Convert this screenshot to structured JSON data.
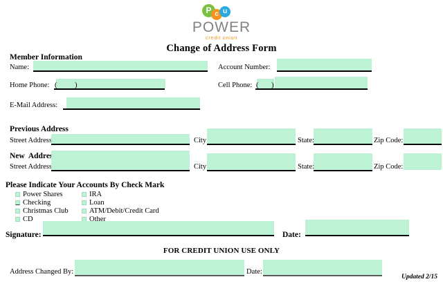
{
  "logo": {
    "circles": [
      {
        "letter": "P",
        "color": "#7ac143",
        "name": "logo-circle-green"
      },
      {
        "letter": "c",
        "color": "#f7941e",
        "name": "logo-circle-orange"
      },
      {
        "letter": "u",
        "color": "#29abe2",
        "name": "logo-circle-blue"
      }
    ],
    "wordmark": "POWER",
    "tagline": "credit union"
  },
  "title": "Change of Address Form",
  "member_information": {
    "heading": "Member Information",
    "fields": {
      "name_label": "Name:",
      "name_value": "",
      "account_number_label": "Account Number:",
      "account_number_value": "",
      "home_phone_label": "Home Phone:",
      "home_phone_open_paren": "(",
      "home_phone_close_paren": ")",
      "home_phone_area": "",
      "home_phone_value": "",
      "cell_phone_label": "Cell Phone:",
      "cell_phone_open_paren": "(",
      "cell_phone_close_paren": ")",
      "cell_phone_area": "",
      "cell_phone_value": "",
      "email_label": "E-Mail Address:",
      "email_value": ""
    }
  },
  "previous_address": {
    "heading": "Previous Address",
    "street_label": "Street Address:",
    "street_value": "",
    "city_label": "City:",
    "city_value": "",
    "state_label": "State:",
    "state_value": "",
    "zip_label": "Zip Code:",
    "zip_value": ""
  },
  "new_address": {
    "heading": "New  Address",
    "street_label": "Street Address:",
    "street_value": "",
    "city_label": "City:",
    "city_value": "",
    "state_label": "State:",
    "state_value": "",
    "zip_label": "Zip Code:",
    "zip_value": ""
  },
  "accounts": {
    "heading": "Please Indicate Your Accounts By Check Mark",
    "column_left": [
      {
        "label": "Power Shares",
        "checked": false
      },
      {
        "label": "Checking",
        "checked": false
      },
      {
        "label": "Christmas Club",
        "checked": false
      },
      {
        "label": "CD",
        "checked": false
      }
    ],
    "column_right": [
      {
        "label": "IRA",
        "checked": false
      },
      {
        "label": "Loan",
        "checked": false
      },
      {
        "label": "ATM/Debit/Credit Card",
        "checked": false
      },
      {
        "label": "Other",
        "checked": false
      }
    ]
  },
  "signature_row": {
    "signature_label": "Signature:",
    "signature_value": "",
    "date_label": "Date:",
    "date_value": ""
  },
  "credit_union_use": {
    "heading": "FOR CREDIT UNION USE ONLY",
    "address_changed_by_label": "Address Changed By:",
    "address_changed_by_value": "",
    "date_label": "Date:",
    "date_value": ""
  },
  "footer": {
    "updated": "Updated 2/15"
  },
  "colors": {
    "field_fill": "#bdf2d5",
    "rule": "#000000",
    "rule_grey": "#595959",
    "logo_green": "#7ac143",
    "logo_orange": "#f7941e",
    "logo_blue": "#29abe2",
    "wordmark_grey": "#808285"
  }
}
